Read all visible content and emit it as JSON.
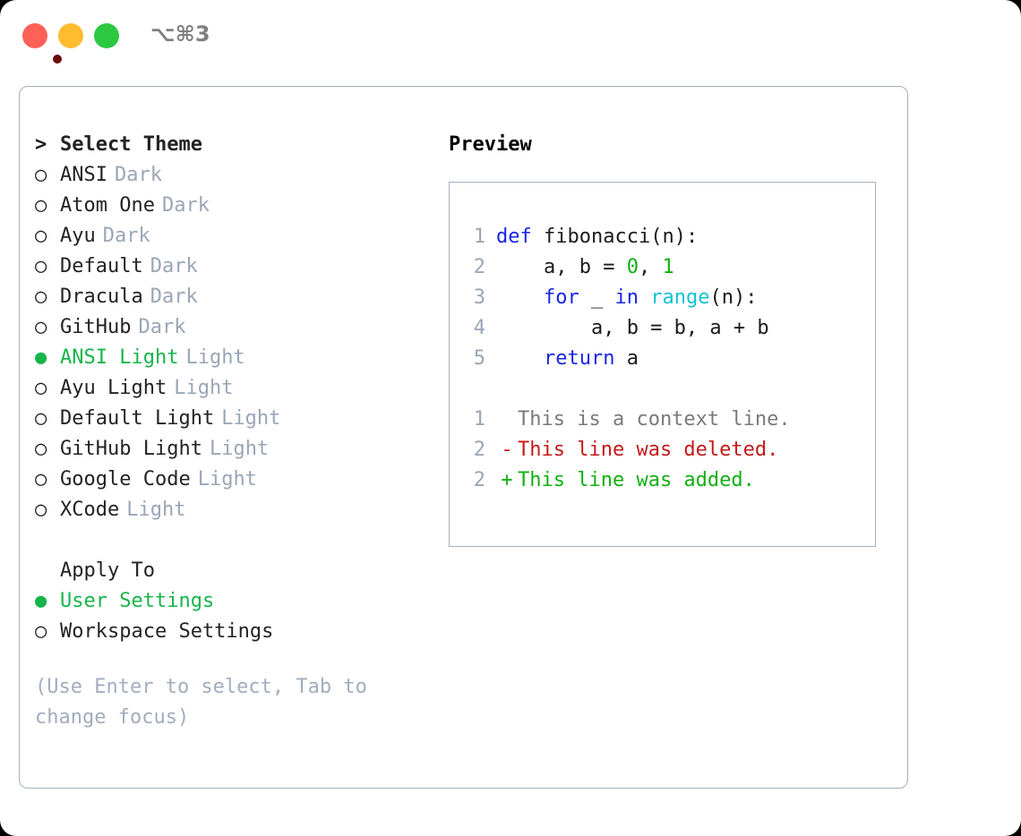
{
  "titlebar": {
    "shortcut": "⌥⌘3",
    "buttons": {
      "close": "close-button",
      "minimize": "minimize-button",
      "maximize": "maximize-button"
    }
  },
  "left": {
    "header_marker": ">",
    "header_label": "Select Theme",
    "themes": [
      {
        "marker": "○",
        "label": "ANSI",
        "variant": "Dark",
        "selected": false
      },
      {
        "marker": "○",
        "label": "Atom One",
        "variant": "Dark",
        "selected": false
      },
      {
        "marker": "○",
        "label": "Ayu",
        "variant": "Dark",
        "selected": false
      },
      {
        "marker": "○",
        "label": "Default",
        "variant": "Dark",
        "selected": false
      },
      {
        "marker": "○",
        "label": "Dracula",
        "variant": "Dark",
        "selected": false
      },
      {
        "marker": "○",
        "label": "GitHub",
        "variant": "Dark",
        "selected": false
      },
      {
        "marker": "●",
        "label": "ANSI Light",
        "variant": "Light",
        "selected": true
      },
      {
        "marker": "○",
        "label": "Ayu Light",
        "variant": "Light",
        "selected": false
      },
      {
        "marker": "○",
        "label": "Default Light",
        "variant": "Light",
        "selected": false
      },
      {
        "marker": "○",
        "label": "GitHub Light",
        "variant": "Light",
        "selected": false
      },
      {
        "marker": "○",
        "label": "Google Code",
        "variant": "Light",
        "selected": false
      },
      {
        "marker": "○",
        "label": "XCode",
        "variant": "Light",
        "selected": false
      }
    ],
    "apply_to_header": "Apply To",
    "apply_options": [
      {
        "marker": "●",
        "label": "User Settings",
        "selected": true
      },
      {
        "marker": "○",
        "label": "Workspace Settings",
        "selected": false
      }
    ],
    "hint": "(Use Enter to select, Tab to change focus)"
  },
  "right": {
    "preview_title": "Preview",
    "code": [
      {
        "ln": "1",
        "tokens": [
          {
            "t": "def",
            "c": "kw"
          },
          {
            "t": " ",
            "c": "plain"
          },
          {
            "t": "fibonacci",
            "c": "fn"
          },
          {
            "t": "(n):",
            "c": "plain"
          }
        ]
      },
      {
        "ln": "2",
        "tokens": [
          {
            "t": "    a, b = ",
            "c": "plain"
          },
          {
            "t": "0",
            "c": "num"
          },
          {
            "t": ", ",
            "c": "plain"
          },
          {
            "t": "1",
            "c": "num"
          }
        ]
      },
      {
        "ln": "3",
        "tokens": [
          {
            "t": "    ",
            "c": "plain"
          },
          {
            "t": "for",
            "c": "kw"
          },
          {
            "t": " _ ",
            "c": "plain"
          },
          {
            "t": "in",
            "c": "kw"
          },
          {
            "t": " ",
            "c": "plain"
          },
          {
            "t": "range",
            "c": "bi"
          },
          {
            "t": "(n):",
            "c": "plain"
          }
        ]
      },
      {
        "ln": "4",
        "tokens": [
          {
            "t": "        a, b = b, a + b",
            "c": "plain"
          }
        ]
      },
      {
        "ln": "5",
        "tokens": [
          {
            "t": "    ",
            "c": "plain"
          },
          {
            "t": "return",
            "c": "kw"
          },
          {
            "t": " a",
            "c": "plain"
          }
        ]
      }
    ],
    "diff": [
      {
        "ln": "1",
        "mark": " ",
        "text": "This is a context line.",
        "kind": "ctx"
      },
      {
        "ln": "2",
        "mark": "-",
        "text": "This line was deleted.",
        "kind": "del"
      },
      {
        "ln": "2",
        "mark": "+",
        "text": "This line was added.",
        "kind": "add"
      }
    ]
  },
  "colors": {
    "accent_green": "#16b54a",
    "muted": "#9aa6b6",
    "border": "#a6b0bf",
    "keyword": "#1826e8",
    "builtin": "#12c2d4",
    "number": "#11b011",
    "diff_add": "#11b011",
    "diff_del": "#c41a1a",
    "diff_ctx": "#7a7a7a",
    "traffic_red": "#ff6058",
    "traffic_yellow": "#ffbd2e",
    "traffic_green": "#2bc840"
  }
}
